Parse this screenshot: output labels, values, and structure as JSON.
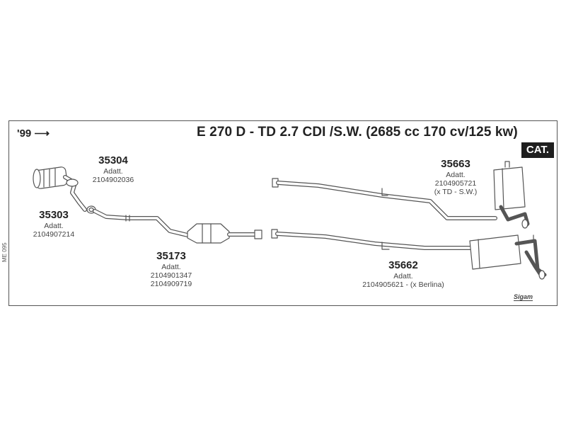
{
  "header": {
    "year": "'99",
    "title": "E 270 D - TD 2.7 CDI /S.W. (2685 cc 170 cv/125 kw)",
    "cat_badge": "CAT."
  },
  "parts": [
    {
      "number": "35304",
      "lines": [
        "Adatt.",
        "2104902036"
      ]
    },
    {
      "number": "35303",
      "lines": [
        "Adatt.",
        "2104907214"
      ]
    },
    {
      "number": "35173",
      "lines": [
        "Adatt.",
        "2104901347",
        "2104909719"
      ]
    },
    {
      "number": "35663",
      "lines": [
        "Adatt.",
        "2104905721",
        "(x TD - S.W.)"
      ]
    },
    {
      "number": "35662",
      "lines": [
        "Adatt.",
        "2104905621 - (x Berlina)"
      ]
    }
  ],
  "side_code": "ME 095",
  "logo": "Sigam",
  "icons": {
    "year_arrow": "arrow-right-icon"
  },
  "colors": {
    "line": "#555555",
    "badge": "#1e1e1e",
    "pipe_fill": "#ffffff"
  }
}
